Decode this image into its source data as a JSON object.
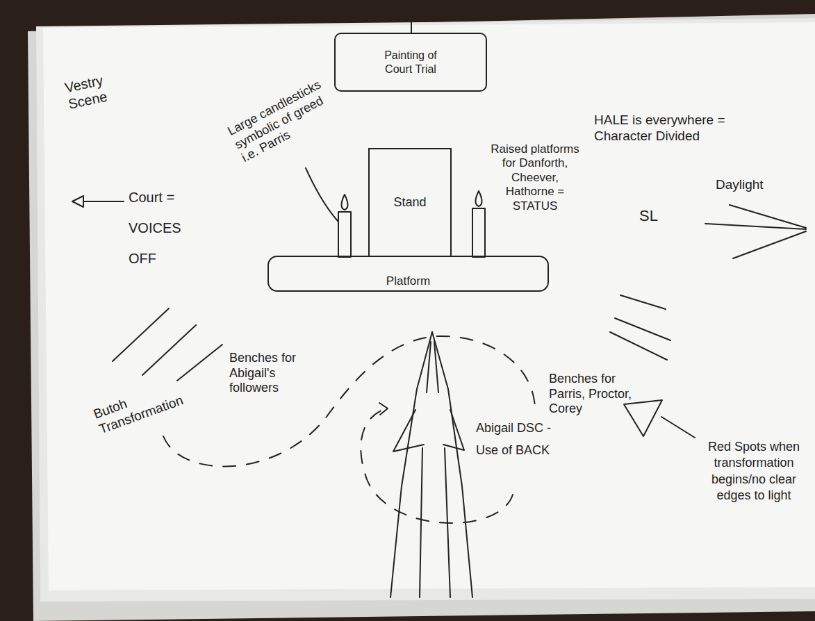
{
  "diagram": {
    "title": "Vestry Scene",
    "nodes": [
      {
        "text": [
          "Painting of Court Trial"
        ]
      },
      {
        "text": [
          "Stand"
        ]
      },
      {
        "text": [
          "Platform"
        ]
      }
    ],
    "labels": [
      "Large candlesticks symbolic of greed i.e. Parris",
      "Raised platforms for Danforth, Cheever, Hathorne = STATUS",
      "HALE is everywhere = Character Divided",
      "Daylight",
      "SL",
      "Court = VOICES OFF",
      "Benches for Abigail's followers",
      "Butoh Transformation",
      "Benches for Parris, Proctor, Corey",
      "Abigail DSC - Use of BACK",
      "Red Spots when transformation begins/no clear edges to light"
    ]
  }
}
